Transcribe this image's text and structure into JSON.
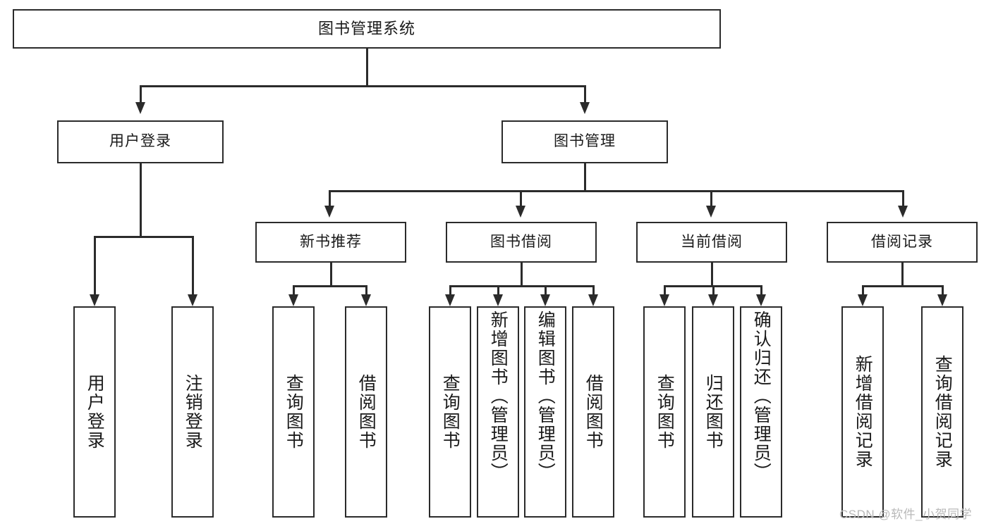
{
  "diagram": {
    "title": "图书管理系统",
    "type": "hierarchy-tree",
    "watermark": "CSDN @软件_小贺同学",
    "colors": {
      "stroke": "#2b2b2b",
      "fill": "#ffffff",
      "text": "#1a1a1a",
      "watermark": "#b9b9b9"
    },
    "levels": 4,
    "root": {
      "label": "图书管理系统"
    },
    "level2": [
      {
        "label": "用户登录"
      },
      {
        "label": "图书管理"
      }
    ],
    "level3": [
      {
        "label": "新书推荐"
      },
      {
        "label": "图书借阅"
      },
      {
        "label": "当前借阅"
      },
      {
        "label": "借阅记录"
      }
    ],
    "leaves": {
      "user_login": [
        {
          "label": "用户登录"
        },
        {
          "label": "注销登录"
        }
      ],
      "new_book": [
        {
          "label": "查询图书"
        },
        {
          "label": "借阅图书"
        }
      ],
      "book_borrow": [
        {
          "label": "查询图书"
        },
        {
          "label": "新增图书（管理员）"
        },
        {
          "label": "编辑图书（管理员）"
        },
        {
          "label": "借阅图书"
        }
      ],
      "current_borrow": [
        {
          "label": "查询图书"
        },
        {
          "label": "归还图书"
        },
        {
          "label": "确认归还（管理员）"
        }
      ],
      "borrow_record": [
        {
          "label": "新增借阅记录"
        },
        {
          "label": "查询借阅记录"
        }
      ]
    }
  }
}
